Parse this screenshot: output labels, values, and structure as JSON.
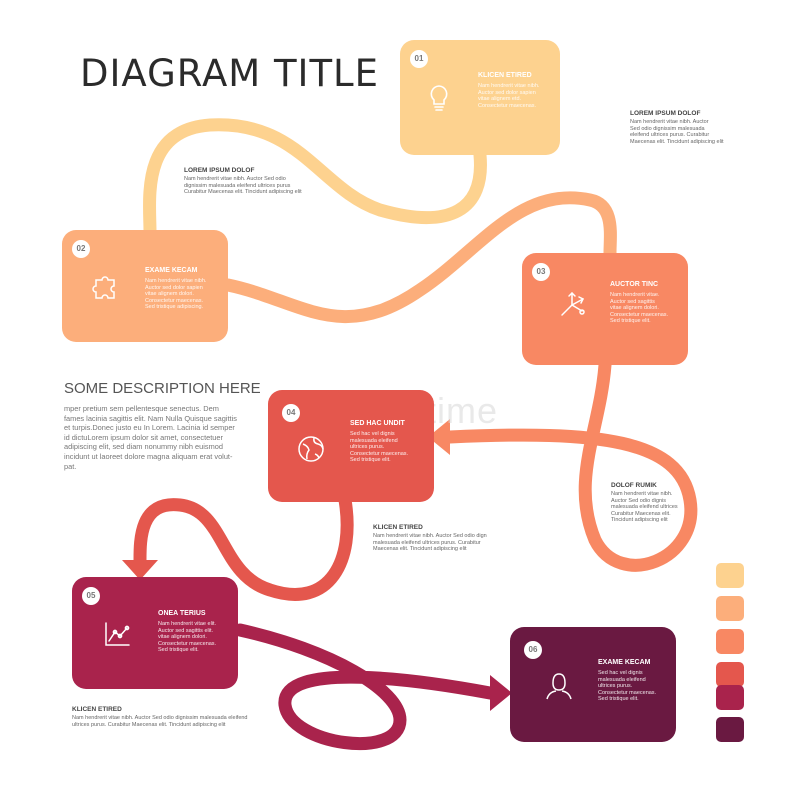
{
  "title": "DIAGRAM TITLE",
  "watermark": "dreamstime",
  "colors": [
    "#FDD28F",
    "#FCAE7B",
    "#F88863",
    "#E4574D",
    "#A9234C",
    "#6A1941"
  ],
  "steps": [
    {
      "number": "01",
      "heading": "KLICEN ETIRED",
      "icon": "lightbulb-icon",
      "body": "Nam hendrerit vitae nibh.\nAuctor sed dolor sapien\nvitae alignem etd.\nConsectetur maecenas.",
      "color": "#FDD28F"
    },
    {
      "number": "02",
      "heading": "EXAME KECAM",
      "icon": "puzzle-icon",
      "body": "Nam hendrerit vitae nibh.\nAuctor sed dolor sapien\nvitae alignem dolori.\nConsectetur maecenas.\nSed tristique adipiscing.",
      "color": "#FCAE7B"
    },
    {
      "number": "03",
      "heading": "AUCTOR TINC",
      "icon": "arrows-branch-icon",
      "body": "Nam hendrerit vitae.\nAuctor sed sagittis\nvitae alignem dolori.\nConsectetur maecenas.\nSed tristique elit.",
      "color": "#F88863"
    },
    {
      "number": "04",
      "heading": "SED HAC UNDIT",
      "icon": "globe-icon",
      "body": "Sed hac vel dignis\nmalesuada eleifend\nultrices purus.\nConsectetur maecenas.\nSed tristique elit.",
      "color": "#E4574D"
    },
    {
      "number": "05",
      "heading": "ONEA TERIUS",
      "icon": "line-chart-icon",
      "body": "Nam hendrerit vitae elit.\nAuctor sed sagittis elit.\nvitae alignem dolori.\nConsectetur maecenas.\nSed tristique elit.",
      "color": "#A9234C"
    },
    {
      "number": "06",
      "heading": "EXAME KECAM",
      "icon": "user-icon",
      "body": "Sed hac vel dignis\nmalesuada eleifend\nultrices purus.\nConsectetur maecenas.\nSed tristique elit.",
      "color": "#6A1941"
    }
  ],
  "notes": [
    {
      "heading": "LOREM IPSUM DOLOF",
      "body": "Nam hendrerit vitae nibh. Auctor\nSed odio dignissim malesuada\neleifend ultrices purus. Curabitur\nMaecenas elit. Tincidunt adipiscing elit"
    },
    {
      "heading": "LOREM IPSUM DOLOF",
      "body": "Nam hendrerit vitae nibh. Auctor Sed odio\ndignissim malesuada eleifend ultrices purus\nCurabitur Maecenas elit. Tincidunt adipiscing elit"
    },
    {
      "heading": "DOLOF RUMIK",
      "body": "Nam hendrerit vitae nibh.\nAuctor Sed odio dignis\nmalesuada eleifend ultrices\nCurabitur Maecenas elit.\nTincidunt adipiscing elit"
    },
    {
      "heading": "KLICEN ETIRED",
      "body": "Nam hendrerit vitae nibh. Auctor Sed odio dign\nmalesuada eleifend ultrices purus. Curabitur\nMaecenas elit. Tincidunt adipiscing elit"
    },
    {
      "heading": "KLICEN ETIRED",
      "body": "Nam hendrerit vitae nibh. Auctor Sed odio dignissim malesuada eleifend\nultrices purus. Curabitur Maecenas elit. Tincidunt adipiscing elit"
    }
  ],
  "description": {
    "title": "SOME DESCRIPTION HERE",
    "body": "mper pretium sem pellentesque senectus. Dem\nfames lacinia sagittis elit. Nam Nulla Quisque sagittis\net turpis.Donec justo eu In Lorem. Lacinia id semper\nid dictuLorem ipsum dolor sit amet, consectetuer\nadipiscing elit, sed diam nonummy nibh euismod\nincidunt ut laoreet dolore magna aliquam erat volut-\npat."
  }
}
